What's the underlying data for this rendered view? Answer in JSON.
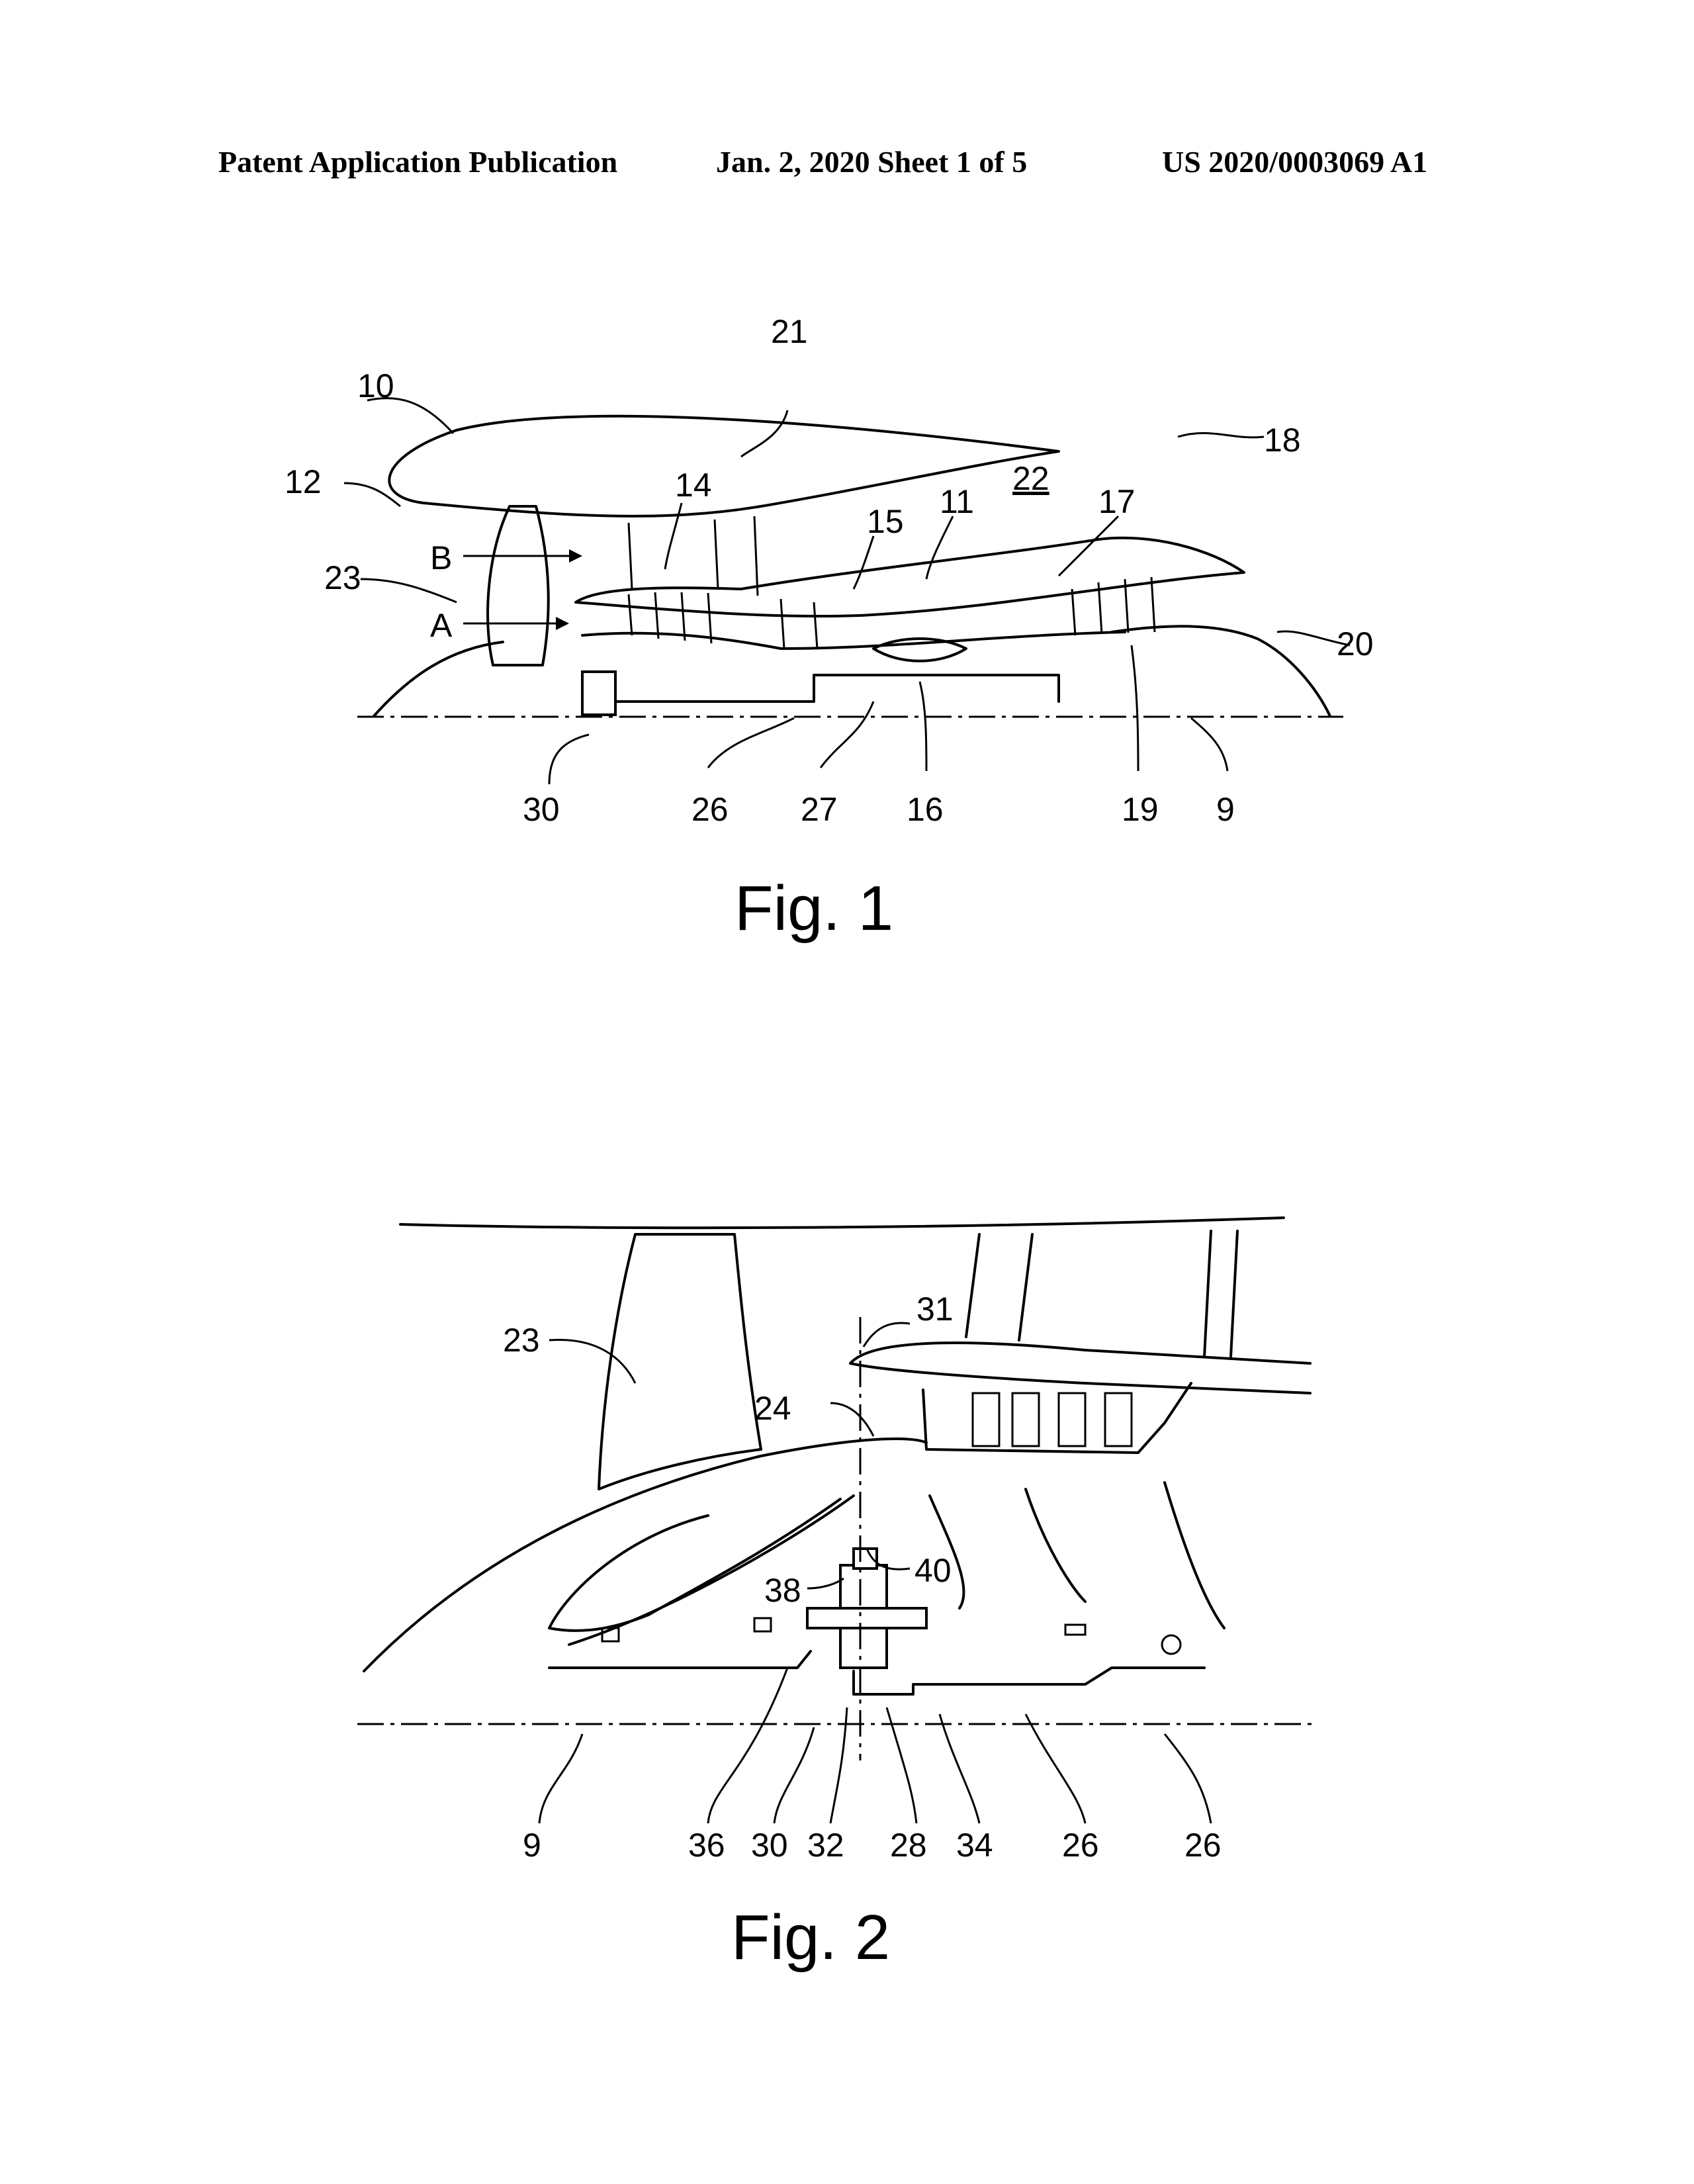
{
  "header": {
    "publication": "Patent Application Publication",
    "date_sheet": "Jan. 2, 2020   Sheet 1 of 5",
    "number": "US 2020/0003069 A1"
  },
  "fig1": {
    "caption": "Fig. 1",
    "labels": {
      "l10": "10",
      "l21": "21",
      "l18": "18",
      "l12": "12",
      "l14": "14",
      "l11": "11",
      "l17": "17",
      "l22": "22",
      "l15": "15",
      "lB": "B",
      "l23": "23",
      "lA": "A",
      "l20": "20",
      "l30": "30",
      "l26": "26",
      "l27": "27",
      "l16": "16",
      "l19": "19",
      "l9": "9"
    }
  },
  "fig2": {
    "caption": "Fig. 2",
    "labels": {
      "l31": "31",
      "l23": "23",
      "l24": "24",
      "l40": "40",
      "l38": "38",
      "l9": "9",
      "l36": "36",
      "l30": "30",
      "l32": "32",
      "l28": "28",
      "l34": "34",
      "l26a": "26",
      "l26b": "26"
    }
  }
}
